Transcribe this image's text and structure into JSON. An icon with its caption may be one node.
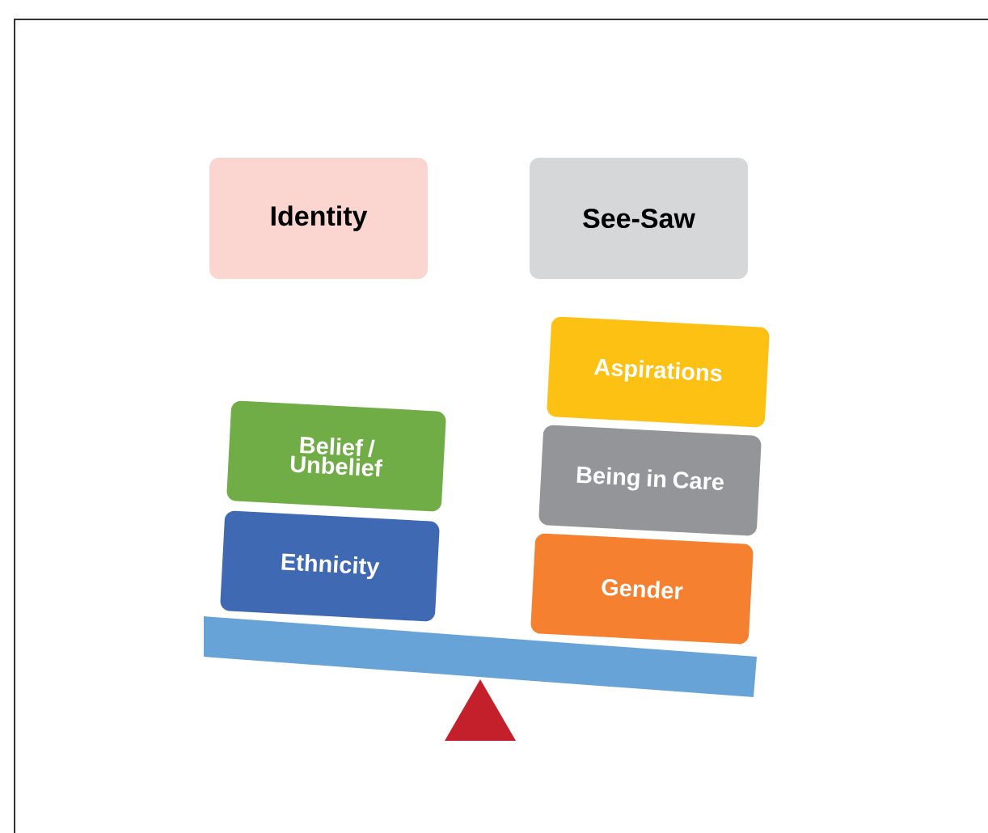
{
  "diagram": {
    "nodes": [
      {
        "text": [
          "Identity"
        ]
      },
      {
        "text": [
          "See-Saw"
        ]
      },
      {
        "text": [
          "Belief / Unbelief"
        ]
      },
      {
        "text": [
          "Ethnicity"
        ]
      },
      {
        "text": [
          "Aspirations"
        ]
      },
      {
        "text": [
          "Being in Care"
        ]
      },
      {
        "text": [
          "Gender"
        ]
      }
    ]
  }
}
